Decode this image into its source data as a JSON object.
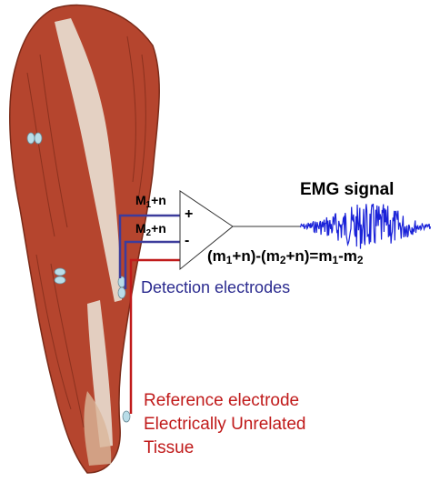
{
  "title": "EMG signal",
  "inputs": {
    "m1": "M1+n",
    "m2": "M2+n",
    "plus": "+",
    "minus": "-"
  },
  "equation": "(m1+n)-(m2+n)=m1-m2",
  "detection_label": "Detection electrodes",
  "reference_label": [
    "Reference electrode",
    "Electrically Unrelated",
    "Tissue"
  ],
  "colors": {
    "muscle": "#b5452e",
    "tendon": "#e8ddd0",
    "electrode": "#b9dde8",
    "signal": "#1a22d8",
    "detection_wire": "#3c3c9c",
    "reference_wire": "#c01a1a"
  }
}
